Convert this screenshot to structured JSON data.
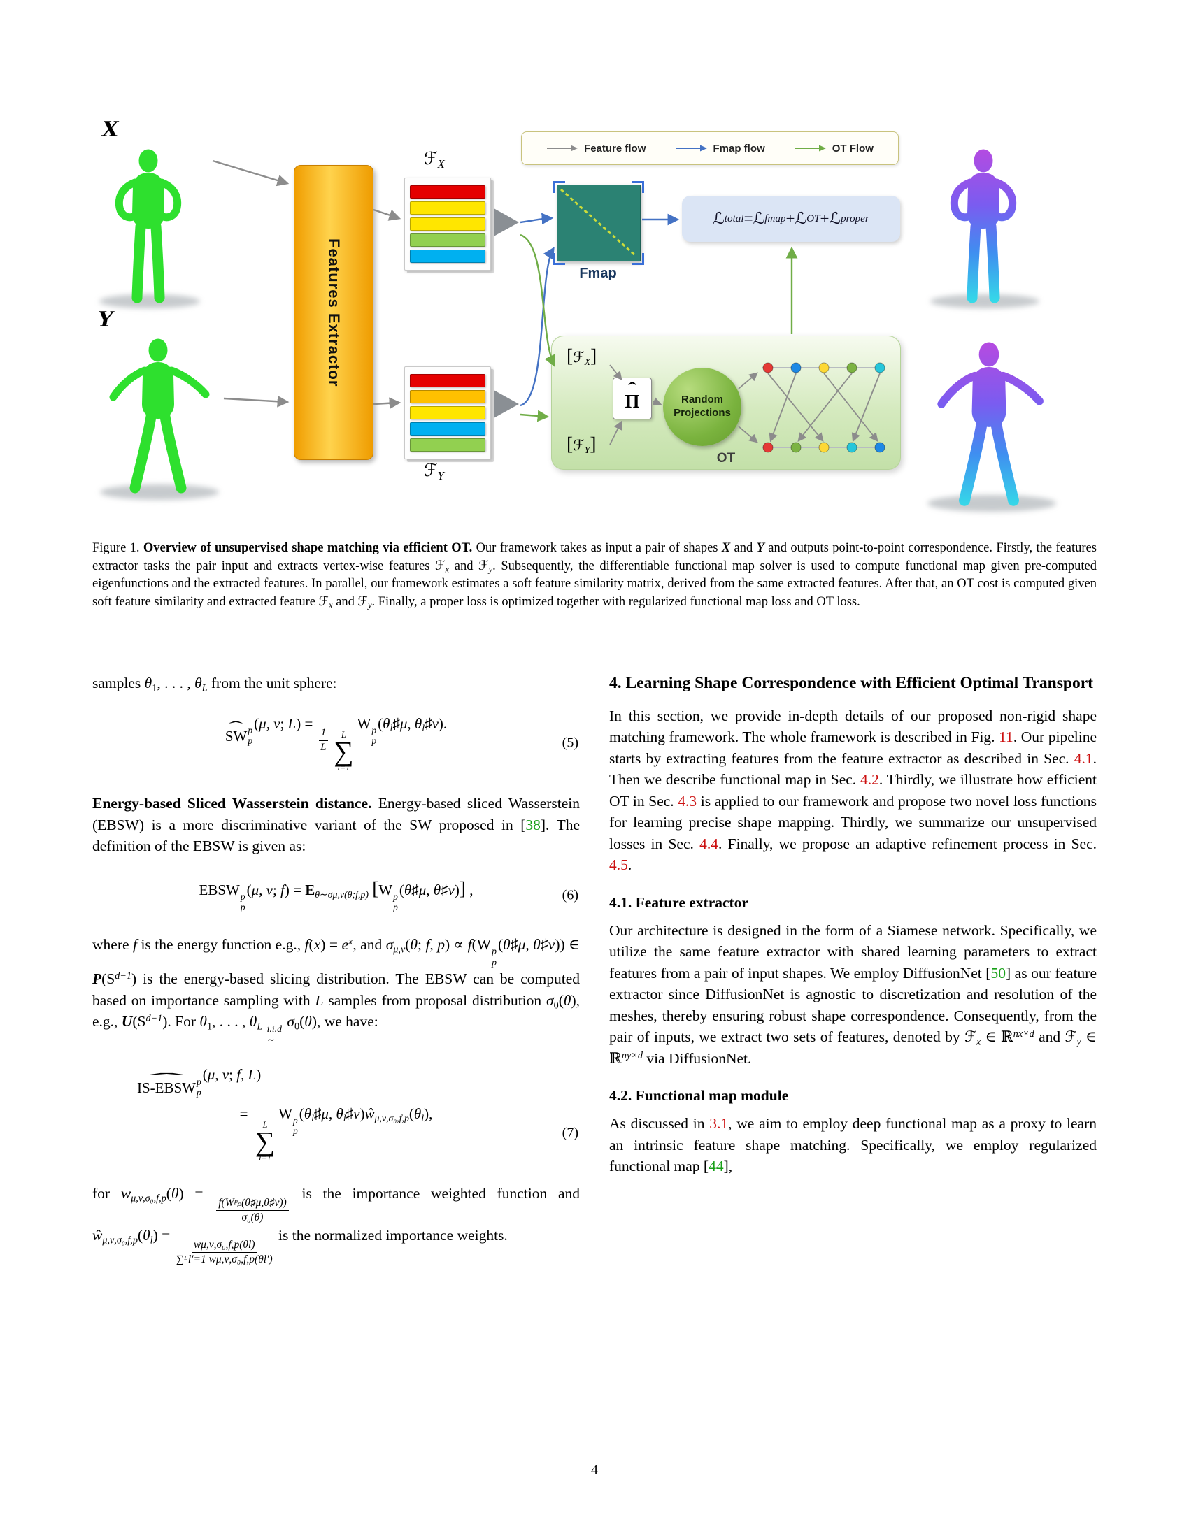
{
  "colors": {
    "feature_flow": "#8c8c8c",
    "fmap_flow": "#4472c4",
    "ot_flow": "#70ad47",
    "fmap_teal": "#2b8273",
    "loss_box": "#dbe5f5",
    "ref": "#cc1111",
    "cite": "#18a018",
    "human_green": "#2ee02e",
    "extractor_orange": "#f09d00"
  },
  "sym": {
    "hat": "ˆ",
    "sum": "∑"
  },
  "figure": {
    "shape_x_label": "X",
    "shape_y_label": "Y",
    "extractor_label": "Features Extractor",
    "fx_label": [
      {
        "t": "ℱ",
        "s": "i"
      },
      {
        "t": "X",
        "s": "sub i"
      }
    ],
    "fy_label": [
      {
        "t": "ℱ",
        "s": "i"
      },
      {
        "t": "Y",
        "s": "sub i"
      }
    ],
    "stack_fx_colors": [
      "#e50000",
      "#ffe600",
      "#ffe600",
      "#92d050",
      "#00b0f0"
    ],
    "stack_fy_colors": [
      "#e50000",
      "#ffc000",
      "#ffe600",
      "#00b0f0",
      "#92d050"
    ],
    "legend": {
      "items": [
        {
          "label": "Feature flow"
        },
        {
          "label": "Fmap flow"
        },
        {
          "label": "OT Flow"
        }
      ]
    },
    "fmap_label": "Fmap",
    "loss_formula": [
      {
        "t": "ℒ",
        "s": ""
      },
      {
        "t": "total",
        "s": "sub i"
      },
      {
        "t": " = ",
        "s": ""
      },
      {
        "t": "ℒ",
        "s": ""
      },
      {
        "t": "fmap",
        "s": "sub i"
      },
      {
        "t": " + ",
        "s": ""
      },
      {
        "t": "ℒ",
        "s": ""
      },
      {
        "t": "OT",
        "s": "sub i"
      },
      {
        "t": " + ",
        "s": ""
      },
      {
        "t": "ℒ",
        "s": ""
      },
      {
        "t": "proper",
        "s": "sub i"
      }
    ],
    "ot_bracket_fx": [
      {
        "t": "[",
        "s": "big"
      },
      {
        "t": "ℱ",
        "s": "i"
      },
      {
        "t": "X",
        "s": "sub i"
      },
      {
        "t": "]",
        "s": "big"
      }
    ],
    "ot_bracket_fy": [
      {
        "t": "[",
        "s": "big"
      },
      {
        "t": "ℱ",
        "s": "i"
      },
      {
        "t": "Y",
        "s": "sub i"
      },
      {
        "t": "]",
        "s": "big"
      }
    ],
    "pi_hat": [
      {
        "hat": "Π",
        "s": "narrow"
      }
    ],
    "random_projections_line1": "Random",
    "random_projections_line2": "Projections",
    "ot_label": "OT"
  },
  "caption": {
    "segments": [
      {
        "t": "Figure 1. ",
        "s": ""
      },
      {
        "t": "Overview of unsupervised shape matching via efficient OT.",
        "s": "b"
      },
      {
        "t": " Our framework takes as input a pair of shapes ",
        "s": ""
      },
      {
        "t": "X",
        "s": "cal"
      },
      {
        "t": " and ",
        "s": ""
      },
      {
        "t": "Y",
        "s": "cal"
      },
      {
        "t": " and outputs point-to-point correspondence. Firstly, the features extractor tasks the pair input and extracts vertex-wise features ",
        "s": ""
      },
      {
        "t": "ℱ",
        "s": "i"
      },
      {
        "t": "x",
        "s": "sub i"
      },
      {
        "t": " and ",
        "s": ""
      },
      {
        "t": "ℱ",
        "s": "i"
      },
      {
        "t": "y",
        "s": "sub i"
      },
      {
        "t": ". Subsequently, the differentiable functional map solver is used to compute functional map given pre-computed eigenfunctions and the extracted features. In parallel, our framework estimates a soft feature similarity matrix, derived from the same extracted features. After that, an OT cost is computed given soft feature similarity and extracted feature ",
        "s": ""
      },
      {
        "t": "ℱ",
        "s": "i"
      },
      {
        "t": "x",
        "s": "sub i"
      },
      {
        "t": " and ",
        "s": ""
      },
      {
        "t": "ℱ",
        "s": "i"
      },
      {
        "t": "y",
        "s": "sub i"
      },
      {
        "t": ". Finally, a proper loss is optimized together with regularized functional map loss and OT loss.",
        "s": ""
      }
    ]
  },
  "left_column": {
    "p0": [
      {
        "t": "samples ",
        "s": ""
      },
      {
        "t": "θ",
        "s": "i"
      },
      {
        "t": "1",
        "s": "sub"
      },
      {
        "t": ", . . . , ",
        "s": ""
      },
      {
        "t": "θ",
        "s": "i"
      },
      {
        "t": "L",
        "s": "sub i"
      },
      {
        "t": " from the unit sphere:",
        "s": ""
      }
    ],
    "eq5": {
      "body": [
        {
          "hat": "SW"
        },
        {
          "sup": "p",
          "sub": "p"
        },
        {
          "t": "(",
          "s": ""
        },
        {
          "t": "μ, ν",
          "s": "i"
        },
        {
          "t": "; ",
          "s": ""
        },
        {
          "t": "L",
          "s": "i"
        },
        {
          "t": ") = ",
          "s": ""
        },
        {
          "fn": "1",
          "fd": "L"
        },
        {
          "sum": true,
          "top": "L",
          "bot": "l=1"
        },
        {
          "t": "W",
          "s": ""
        },
        {
          "sup": "p",
          "sub": "p"
        },
        {
          "t": "(",
          "s": ""
        },
        {
          "t": "θ",
          "s": "i"
        },
        {
          "t": "l",
          "s": "sub i"
        },
        {
          "t": "♯",
          "s": ""
        },
        {
          "t": "μ",
          "s": "i"
        },
        {
          "t": ", ",
          "s": ""
        },
        {
          "t": "θ",
          "s": "i"
        },
        {
          "t": "l",
          "s": "sub i"
        },
        {
          "t": "♯",
          "s": ""
        },
        {
          "t": "ν",
          "s": "i"
        },
        {
          "t": ").",
          "s": ""
        }
      ],
      "number": "(5)"
    },
    "p1": [
      {
        "t": "Energy-based Sliced Wasserstein distance.",
        "s": "b"
      },
      {
        "t": " Energy-based sliced Wasserstein (EBSW) is a more discriminative variant of the SW proposed in [",
        "s": ""
      },
      {
        "t": "38",
        "s": "cite"
      },
      {
        "t": "]. The definition of the EBSW is given as:",
        "s": ""
      }
    ],
    "eq6": {
      "body": [
        {
          "t": "EBSW",
          "s": ""
        },
        {
          "sup": "p",
          "sub": "p"
        },
        {
          "t": "(",
          "s": ""
        },
        {
          "t": "μ, ν",
          "s": "i"
        },
        {
          "t": "; ",
          "s": ""
        },
        {
          "t": "f",
          "s": "i"
        },
        {
          "t": ") = ",
          "s": ""
        },
        {
          "t": "E",
          "s": "bb"
        },
        {
          "t": "θ∼σμ,ν(θ;f,p)",
          "s": "sub i"
        },
        {
          "t": " ",
          "s": ""
        },
        {
          "t": "[",
          "s": "big"
        },
        {
          "t": "W",
          "s": ""
        },
        {
          "sup": "p",
          "sub": "p"
        },
        {
          "t": "(",
          "s": ""
        },
        {
          "t": "θ",
          "s": "i"
        },
        {
          "t": "♯",
          "s": ""
        },
        {
          "t": "μ",
          "s": "i"
        },
        {
          "t": ", ",
          "s": ""
        },
        {
          "t": "θ",
          "s": "i"
        },
        {
          "t": "♯",
          "s": ""
        },
        {
          "t": "ν",
          "s": "i"
        },
        {
          "t": ")",
          "s": ""
        },
        {
          "t": "]",
          "s": "big"
        },
        {
          "t": " ,",
          "s": ""
        }
      ],
      "number": "(6)"
    },
    "p2": [
      {
        "t": "where ",
        "s": ""
      },
      {
        "t": "f",
        "s": "i"
      },
      {
        "t": " is the energy function e.g., ",
        "s": ""
      },
      {
        "t": "f",
        "s": "i"
      },
      {
        "t": "(",
        "s": ""
      },
      {
        "t": "x",
        "s": "i"
      },
      {
        "t": ") = ",
        "s": ""
      },
      {
        "t": "e",
        "s": "i"
      },
      {
        "t": "x",
        "s": "sup i"
      },
      {
        "t": ", and ",
        "s": ""
      },
      {
        "t": "σ",
        "s": "i"
      },
      {
        "t": "μ,ν",
        "s": "sub i"
      },
      {
        "t": "(",
        "s": ""
      },
      {
        "t": "θ",
        "s": "i"
      },
      {
        "t": "; ",
        "s": ""
      },
      {
        "t": "f, p",
        "s": "i"
      },
      {
        "t": ") ∝ ",
        "s": ""
      },
      {
        "t": "f",
        "s": "i"
      },
      {
        "t": "(W",
        "s": ""
      },
      {
        "sup": "p",
        "sub": "p"
      },
      {
        "t": "(",
        "s": ""
      },
      {
        "t": "θ",
        "s": "i"
      },
      {
        "t": "♯",
        "s": ""
      },
      {
        "t": "μ",
        "s": "i"
      },
      {
        "t": ", ",
        "s": ""
      },
      {
        "t": "θ",
        "s": "i"
      },
      {
        "t": "♯",
        "s": ""
      },
      {
        "t": "ν",
        "s": "i"
      },
      {
        "t": ")) ∈ ",
        "s": ""
      },
      {
        "t": "P",
        "s": "cal"
      },
      {
        "t": "(S",
        "s": ""
      },
      {
        "t": "d−1",
        "s": "sup i"
      },
      {
        "t": ") is the energy-based slicing distribution. The EBSW can be computed based on importance sampling with ",
        "s": ""
      },
      {
        "t": "L",
        "s": "i"
      },
      {
        "t": " samples from proposal distribution ",
        "s": ""
      },
      {
        "t": "σ",
        "s": "i"
      },
      {
        "t": "0",
        "s": "sub"
      },
      {
        "t": "(",
        "s": ""
      },
      {
        "t": "θ",
        "s": "i"
      },
      {
        "t": "), e.g., ",
        "s": ""
      },
      {
        "t": "U",
        "s": "cal"
      },
      {
        "t": "(S",
        "s": ""
      },
      {
        "t": "d−1",
        "s": "sup i"
      },
      {
        "t": "). For ",
        "s": ""
      },
      {
        "t": "θ",
        "s": "i"
      },
      {
        "t": "1",
        "s": "sub"
      },
      {
        "t": ", . . . , ",
        "s": ""
      },
      {
        "t": "θ",
        "s": "i"
      },
      {
        "t": "L",
        "s": "sub i"
      },
      {
        "t": " ",
        "s": ""
      },
      {
        "sup": "i.i.d",
        "sub": "∼"
      },
      {
        "t": " ",
        "s": ""
      },
      {
        "t": "σ",
        "s": "i"
      },
      {
        "t": "0",
        "s": "sub"
      },
      {
        "t": "(",
        "s": ""
      },
      {
        "t": "θ",
        "s": "i"
      },
      {
        "t": "), we have:",
        "s": ""
      }
    ],
    "eq7": {
      "line1": [
        {
          "hat": "IS-EBSW",
          "s": "wide"
        },
        {
          "sup": "p",
          "sub": "p"
        },
        {
          "t": "(",
          "s": ""
        },
        {
          "t": "μ, ν",
          "s": "i"
        },
        {
          "t": "; ",
          "s": ""
        },
        {
          "t": "f, L",
          "s": "i"
        },
        {
          "t": ")",
          "s": ""
        }
      ],
      "line2": [
        {
          "t": "= ",
          "s": ""
        },
        {
          "sum": true,
          "top": "L",
          "bot": "l=1"
        },
        {
          "t": "W",
          "s": ""
        },
        {
          "sup": "p",
          "sub": "p"
        },
        {
          "t": "(",
          "s": ""
        },
        {
          "t": "θ",
          "s": "i"
        },
        {
          "t": "l",
          "s": "sub i"
        },
        {
          "t": "♯",
          "s": ""
        },
        {
          "t": "μ",
          "s": "i"
        },
        {
          "t": ", ",
          "s": ""
        },
        {
          "t": "θ",
          "s": "i"
        },
        {
          "t": "l",
          "s": "sub i"
        },
        {
          "t": "♯",
          "s": ""
        },
        {
          "t": "ν",
          "s": "i"
        },
        {
          "t": ")",
          "s": ""
        },
        {
          "t": "ŵ",
          "s": "i"
        },
        {
          "t": "μ,ν,σ₀,f,p",
          "s": "sub i"
        },
        {
          "t": "(",
          "s": ""
        },
        {
          "t": "θ",
          "s": "i"
        },
        {
          "t": "l",
          "s": "sub i"
        },
        {
          "t": "),",
          "s": ""
        }
      ],
      "number": "(7)"
    },
    "p3": [
      {
        "t": "for ",
        "s": ""
      },
      {
        "t": "w",
        "s": "i"
      },
      {
        "t": "μ,ν,σ₀,f,p",
        "s": "sub i"
      },
      {
        "t": "(",
        "s": ""
      },
      {
        "t": "θ",
        "s": "i"
      },
      {
        "t": ") = ",
        "s": ""
      },
      {
        "fn": "f(Wᵖₚ(θ♯μ,θ♯ν))",
        "fd": "σ₀(θ)"
      },
      {
        "t": " is the importance weighted function and ",
        "s": ""
      },
      {
        "t": "ŵ",
        "s": "i"
      },
      {
        "t": "μ,ν,σ₀,f,p",
        "s": "sub i"
      },
      {
        "t": "(",
        "s": ""
      },
      {
        "t": "θ",
        "s": "i"
      },
      {
        "t": "l",
        "s": "sub i"
      },
      {
        "t": ") = ",
        "s": ""
      },
      {
        "fn": "wμ,ν,σ₀,f,p(θl)",
        "fd": "∑ᴸl′=1 wμ,ν,σ₀,f,p(θl′)"
      },
      {
        "t": " is the normalized importance weights.",
        "s": ""
      }
    ]
  },
  "right_column": {
    "heading": "4. Learning Shape Correspondence with Efficient Optimal Transport",
    "p1": [
      {
        "t": "In this section, we provide in-depth details of our proposed non-rigid shape matching framework. The whole framework is described in Fig. ",
        "s": ""
      },
      {
        "t": "11",
        "s": "ref"
      },
      {
        "t": ". Our pipeline starts by extracting features from the feature extractor as described in Sec. ",
        "s": ""
      },
      {
        "t": "4.1",
        "s": "ref"
      },
      {
        "t": ". Then we describe functional map in Sec. ",
        "s": ""
      },
      {
        "t": "4.2",
        "s": "ref"
      },
      {
        "t": ". Thirdly, we illustrate how efficient OT in Sec. ",
        "s": ""
      },
      {
        "t": "4.3",
        "s": "ref"
      },
      {
        "t": " is applied to our framework and propose two novel loss functions for learning precise shape mapping. Thirdly, we summarize our unsupervised losses in Sec. ",
        "s": ""
      },
      {
        "t": "4.4",
        "s": "ref"
      },
      {
        "t": ". Finally, we propose an adaptive refinement process in Sec. ",
        "s": ""
      },
      {
        "t": "4.5",
        "s": "ref"
      },
      {
        "t": ".",
        "s": ""
      }
    ],
    "h41": "4.1. Feature extractor",
    "p2": [
      {
        "t": "Our architecture is designed in the form of a Siamese network. Specifically, we utilize the same feature extractor with shared learning parameters to extract features from a pair of input shapes. We employ DiffusionNet [",
        "s": ""
      },
      {
        "t": "50",
        "s": "cite"
      },
      {
        "t": "] as our feature extractor since DiffusionNet is agnostic to discretization and resolution of the meshes, thereby ensuring robust shape correspondence. Consequently, from the pair of inputs, we extract two sets of features, denoted by ",
        "s": ""
      },
      {
        "t": "ℱ",
        "s": "i"
      },
      {
        "t": "x",
        "s": "sub i"
      },
      {
        "t": " ∈ ℝ",
        "s": ""
      },
      {
        "t": "nx×d",
        "s": "sup i"
      },
      {
        "t": " and ",
        "s": ""
      },
      {
        "t": "ℱ",
        "s": "i"
      },
      {
        "t": "y",
        "s": "sub i"
      },
      {
        "t": " ∈ ℝ",
        "s": ""
      },
      {
        "t": "ny×d",
        "s": "sup i"
      },
      {
        "t": " via DiffusionNet.",
        "s": ""
      }
    ],
    "h42": "4.2. Functional map module",
    "p3": [
      {
        "t": "As discussed in ",
        "s": ""
      },
      {
        "t": "3.1",
        "s": "ref"
      },
      {
        "t": ", we aim to employ deep functional map as a proxy to learn an intrinsic feature shape matching. Specifically, we employ regularized functional map [",
        "s": ""
      },
      {
        "t": "44",
        "s": "cite"
      },
      {
        "t": "],",
        "s": ""
      }
    ]
  },
  "page": {
    "number": "4"
  }
}
